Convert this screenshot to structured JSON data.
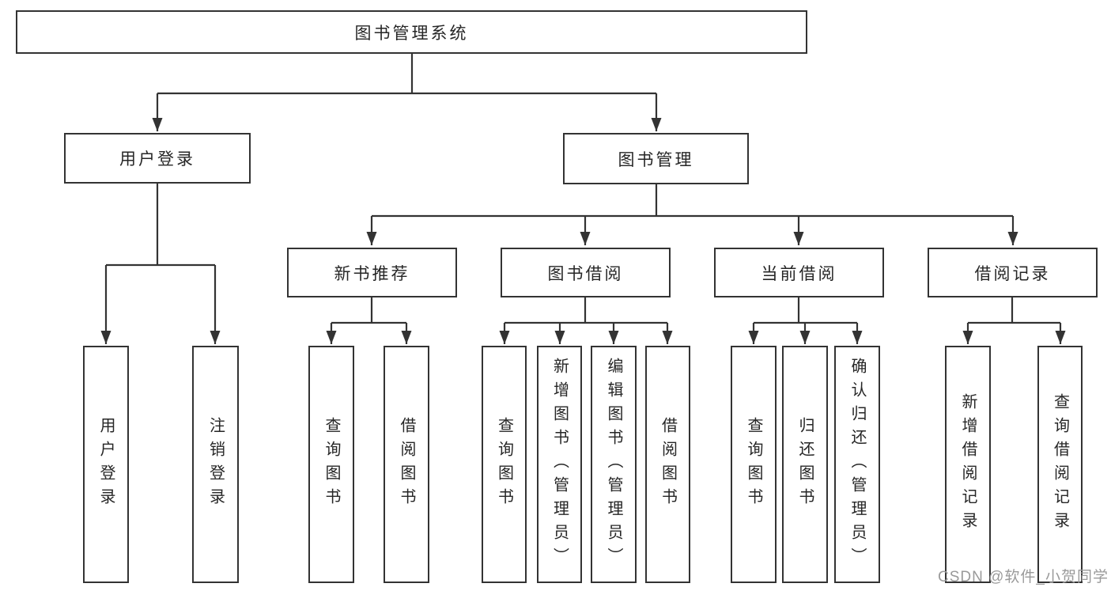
{
  "nodes": {
    "root": "图书管理系统",
    "level1": [
      "用户登录",
      "图书管理"
    ],
    "level2": [
      "新书推荐",
      "图书借阅",
      "当前借阅",
      "借阅记录"
    ],
    "leaves": [
      "用户登录",
      "注销登录",
      "查询图书",
      "借阅图书",
      "查询图书",
      "新增图书（管理员）",
      "编辑图书（管理员）",
      "借阅图书",
      "查询图书",
      "归还图书",
      "确认归还（管理员）",
      "新增借阅记录",
      "查询借阅记录"
    ]
  },
  "watermark": "CSDN @软件_小贺同学",
  "colors": {
    "line": "#333333",
    "box_border": "#333333",
    "text": "#262626",
    "background": "#ffffff",
    "watermark": "#9a9a9a"
  }
}
